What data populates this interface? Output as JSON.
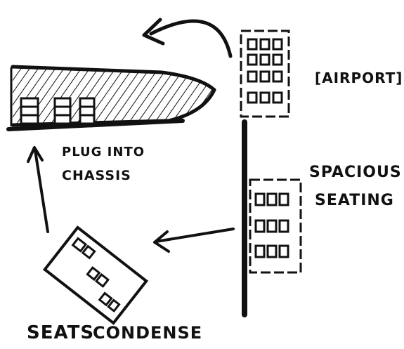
{
  "labels": {
    "airport": "[AIRPORT]",
    "spacious_line1": "SPACIOUS",
    "spacious_line2": "SEATING",
    "plug_line1": "PLUG INTO",
    "plug_line2": "CHASSIS",
    "seats_word": "SEATS",
    "condense_word": "CONDENSE"
  },
  "colors": {
    "ink": "#111111",
    "paper": "#ffffff"
  }
}
